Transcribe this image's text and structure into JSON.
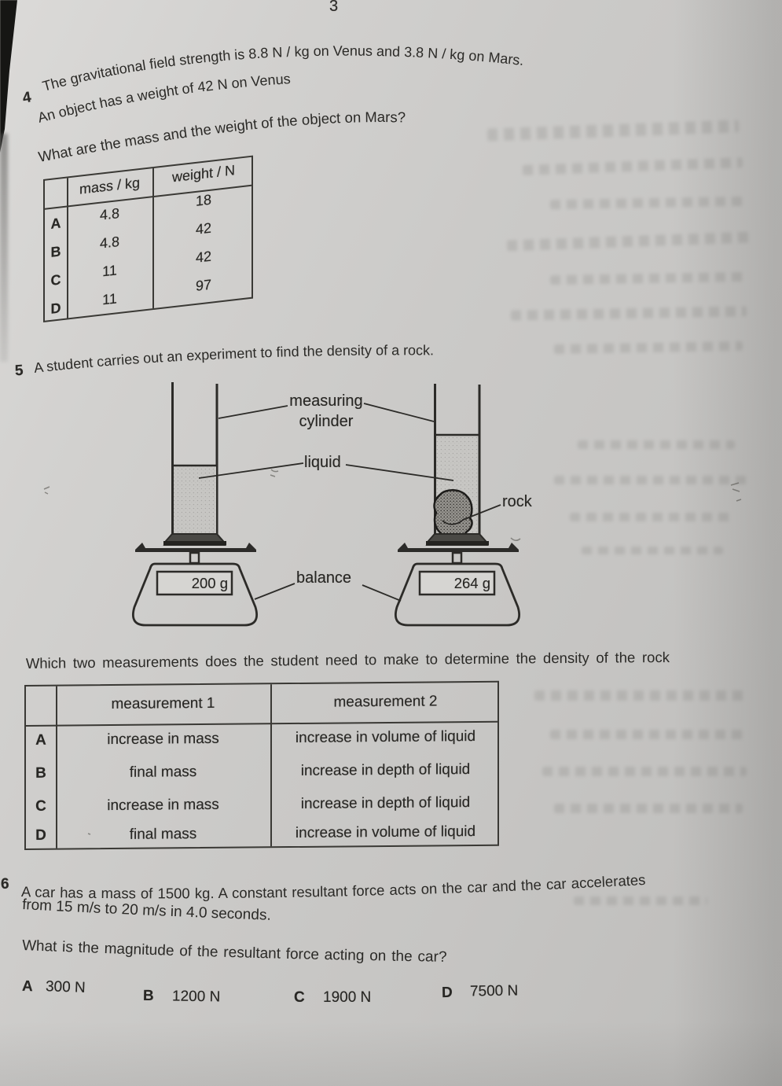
{
  "page": {
    "number": "3"
  },
  "q4": {
    "number": "4",
    "line1": "The gravitational field strength is 8.8 N / kg on Venus and 3.8 N / kg on Mars.",
    "line2": "An object has a weight of 42 N on Venus.",
    "line3": "What are the mass and the weight of the object on Mars?",
    "table": {
      "col1_header": "mass / kg",
      "col2_header": "weight / N",
      "rows": [
        {
          "label": "A",
          "mass": "4.8",
          "weight": "18"
        },
        {
          "label": "B",
          "mass": "4.8",
          "weight": "42"
        },
        {
          "label": "C",
          "mass": "11",
          "weight": "42"
        },
        {
          "label": "D",
          "mass": "11",
          "weight": "97"
        }
      ]
    }
  },
  "q5": {
    "number": "5",
    "intro": "A student carries out an experiment to find the density of a rock.",
    "diagram": {
      "label_measuring_line1": "measuring",
      "label_measuring_line2": "cylinder",
      "label_liquid": "liquid",
      "label_rock": "rock",
      "label_balance": "balance",
      "left_balance_reading": "200 g",
      "right_balance_reading": "264 g"
    },
    "question": "Which two measurements does the student need to make to determine the density of the rock?",
    "table": {
      "col1_header": "measurement 1",
      "col2_header": "measurement 2",
      "rows": [
        {
          "label": "A",
          "m1": "increase in mass",
          "m2": "increase in volume of liquid"
        },
        {
          "label": "B",
          "m1": "final mass",
          "m2": "increase in depth of liquid"
        },
        {
          "label": "C",
          "m1": "increase in mass",
          "m2": "increase in depth of liquid"
        },
        {
          "label": "D",
          "m1": "final mass",
          "m2": "increase in volume of liquid"
        }
      ]
    }
  },
  "q6": {
    "number": "6",
    "line1": "A car has a mass of 1500 kg. A constant resultant force acts on the car and the car accelerates",
    "line2": "from 15 m/s to 20 m/s in 4.0 seconds.",
    "question": "What is the magnitude of the resultant force acting on the car?",
    "options": [
      {
        "label": "A",
        "value": "300 N"
      },
      {
        "label": "B",
        "value": "1200 N"
      },
      {
        "label": "C",
        "value": "1900 N"
      },
      {
        "label": "D",
        "value": "7500 N"
      }
    ]
  },
  "colors": {
    "paper": "#cbcac8",
    "ink": "#2b2a27"
  }
}
